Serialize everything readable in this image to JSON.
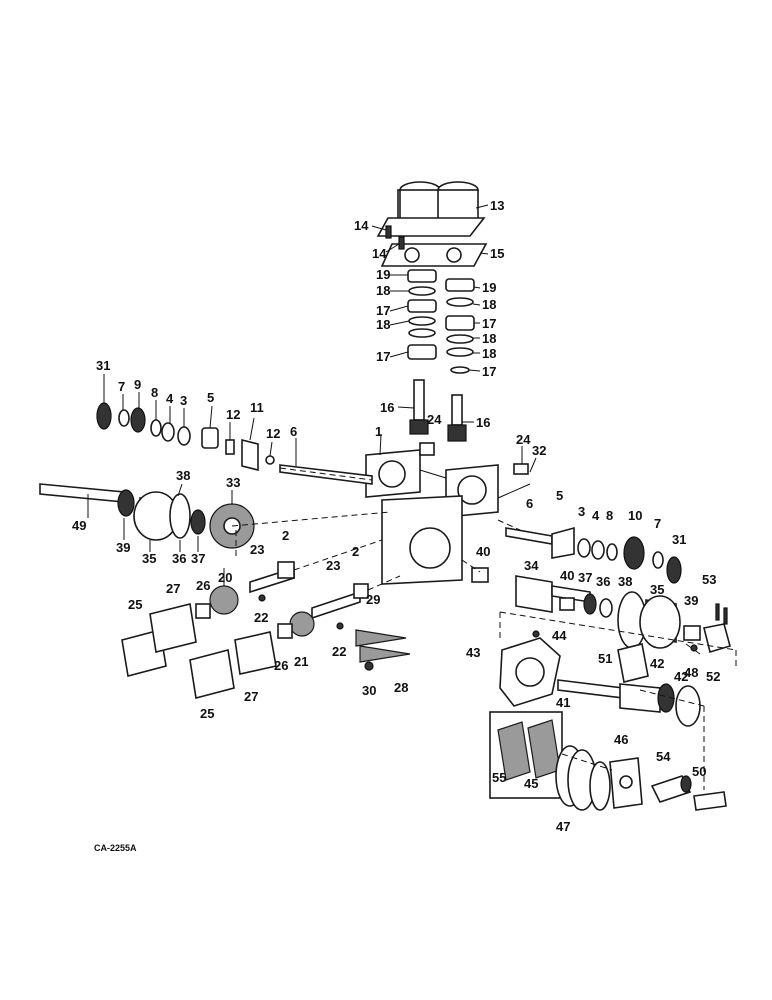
{
  "diagram": {
    "figure_code": "CA-2255A",
    "callouts": [
      {
        "n": "13"
      },
      {
        "n": "14"
      },
      {
        "n": "14"
      },
      {
        "n": "15"
      },
      {
        "n": "19"
      },
      {
        "n": "19"
      },
      {
        "n": "18"
      },
      {
        "n": "18"
      },
      {
        "n": "17"
      },
      {
        "n": "17"
      },
      {
        "n": "18"
      },
      {
        "n": "18"
      },
      {
        "n": "17"
      },
      {
        "n": "18"
      },
      {
        "n": "17"
      },
      {
        "n": "16"
      },
      {
        "n": "16"
      },
      {
        "n": "24"
      },
      {
        "n": "24"
      },
      {
        "n": "32"
      },
      {
        "n": "1"
      },
      {
        "n": "31"
      },
      {
        "n": "7"
      },
      {
        "n": "9"
      },
      {
        "n": "8"
      },
      {
        "n": "4"
      },
      {
        "n": "3"
      },
      {
        "n": "5"
      },
      {
        "n": "12"
      },
      {
        "n": "11"
      },
      {
        "n": "12"
      },
      {
        "n": "6"
      },
      {
        "n": "49"
      },
      {
        "n": "39"
      },
      {
        "n": "38"
      },
      {
        "n": "35"
      },
      {
        "n": "36"
      },
      {
        "n": "37"
      },
      {
        "n": "33"
      },
      {
        "n": "20"
      },
      {
        "n": "23"
      },
      {
        "n": "2"
      },
      {
        "n": "23"
      },
      {
        "n": "2"
      },
      {
        "n": "29"
      },
      {
        "n": "25"
      },
      {
        "n": "27"
      },
      {
        "n": "26"
      },
      {
        "n": "22"
      },
      {
        "n": "22"
      },
      {
        "n": "21"
      },
      {
        "n": "26"
      },
      {
        "n": "27"
      },
      {
        "n": "25"
      },
      {
        "n": "28"
      },
      {
        "n": "30"
      },
      {
        "n": "6"
      },
      {
        "n": "5"
      },
      {
        "n": "3"
      },
      {
        "n": "4"
      },
      {
        "n": "8"
      },
      {
        "n": "10"
      },
      {
        "n": "7"
      },
      {
        "n": "31"
      },
      {
        "n": "40"
      },
      {
        "n": "34"
      },
      {
        "n": "40"
      },
      {
        "n": "37"
      },
      {
        "n": "36"
      },
      {
        "n": "38"
      },
      {
        "n": "35"
      },
      {
        "n": "39"
      },
      {
        "n": "53"
      },
      {
        "n": "44"
      },
      {
        "n": "43"
      },
      {
        "n": "51"
      },
      {
        "n": "48"
      },
      {
        "n": "42"
      },
      {
        "n": "42"
      },
      {
        "n": "52"
      },
      {
        "n": "41"
      },
      {
        "n": "46"
      },
      {
        "n": "54"
      },
      {
        "n": "50"
      },
      {
        "n": "55"
      },
      {
        "n": "45"
      },
      {
        "n": "47"
      }
    ]
  }
}
